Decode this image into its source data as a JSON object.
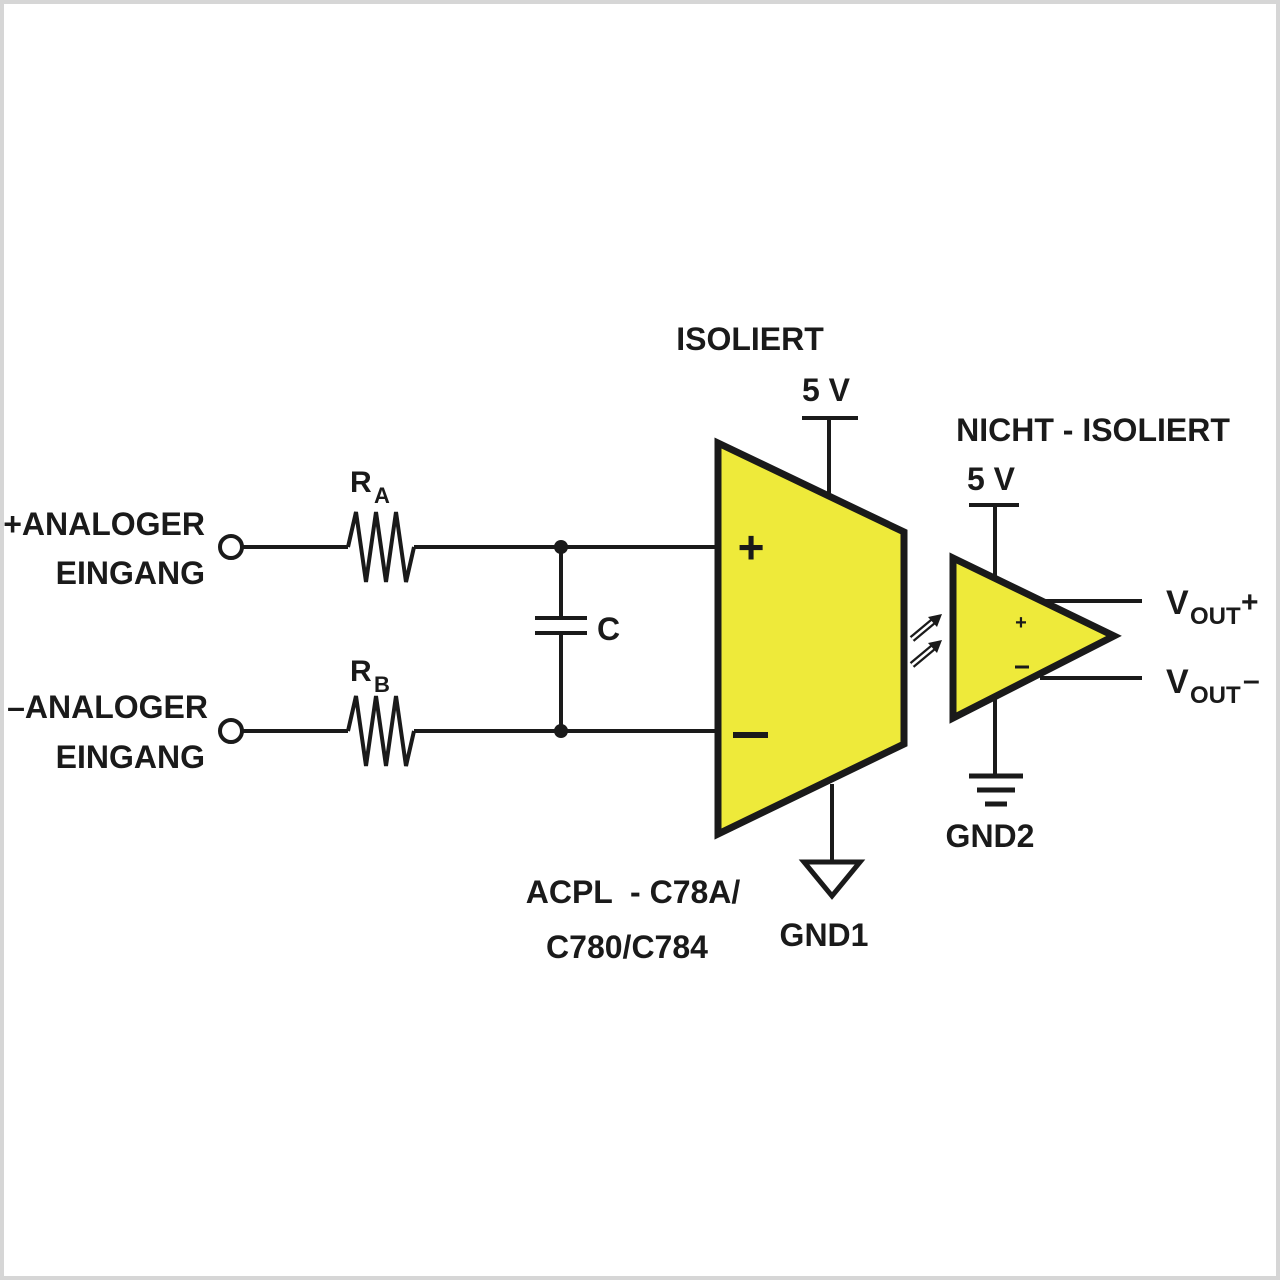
{
  "colors": {
    "amplifier_fill": "#eeea3a",
    "line": "#1a1a1a",
    "background": "#ffffff",
    "frame": "#d6d6d6"
  },
  "labels": {
    "isolated": "ISOLIERT",
    "non_isolated": "NICHT - ISOLIERT",
    "supply_isolated": "5 V",
    "supply_non_isolated": "5 V",
    "input_pos_line1": "+ANALOGER",
    "input_pos_line2": "EINGANG",
    "input_neg_line1": "–ANALOGER",
    "input_neg_line2": "EINGANG",
    "resistor_a": "R",
    "resistor_a_sub": "A",
    "resistor_b": "R",
    "resistor_b_sub": "B",
    "capacitor": "C",
    "amp_plus": "+",
    "amp_minus": "–",
    "opamp_plus": "+",
    "opamp_minus": "–",
    "part_line1": "ACPL  - C78A/",
    "part_line2": "C780/C784",
    "ground_1": "GND1",
    "ground_2": "GND2",
    "vout_pos": "V",
    "vout_pos_sub": "OUT",
    "vout_pos_sign": "+",
    "vout_neg": "V",
    "vout_neg_sub": "OUT",
    "vout_neg_sign": "–"
  },
  "icons": {
    "input_terminal": "open-circle-terminal",
    "resistor": "zigzag-resistor",
    "capacitor": "capacitor-symbol",
    "isolation_amplifier": "trapezoid-amplifier",
    "output_opamp": "triangle-opamp",
    "optical_link": "light-arrows",
    "ground_1": "triangle-ground",
    "ground_2": "bar-ground"
  }
}
